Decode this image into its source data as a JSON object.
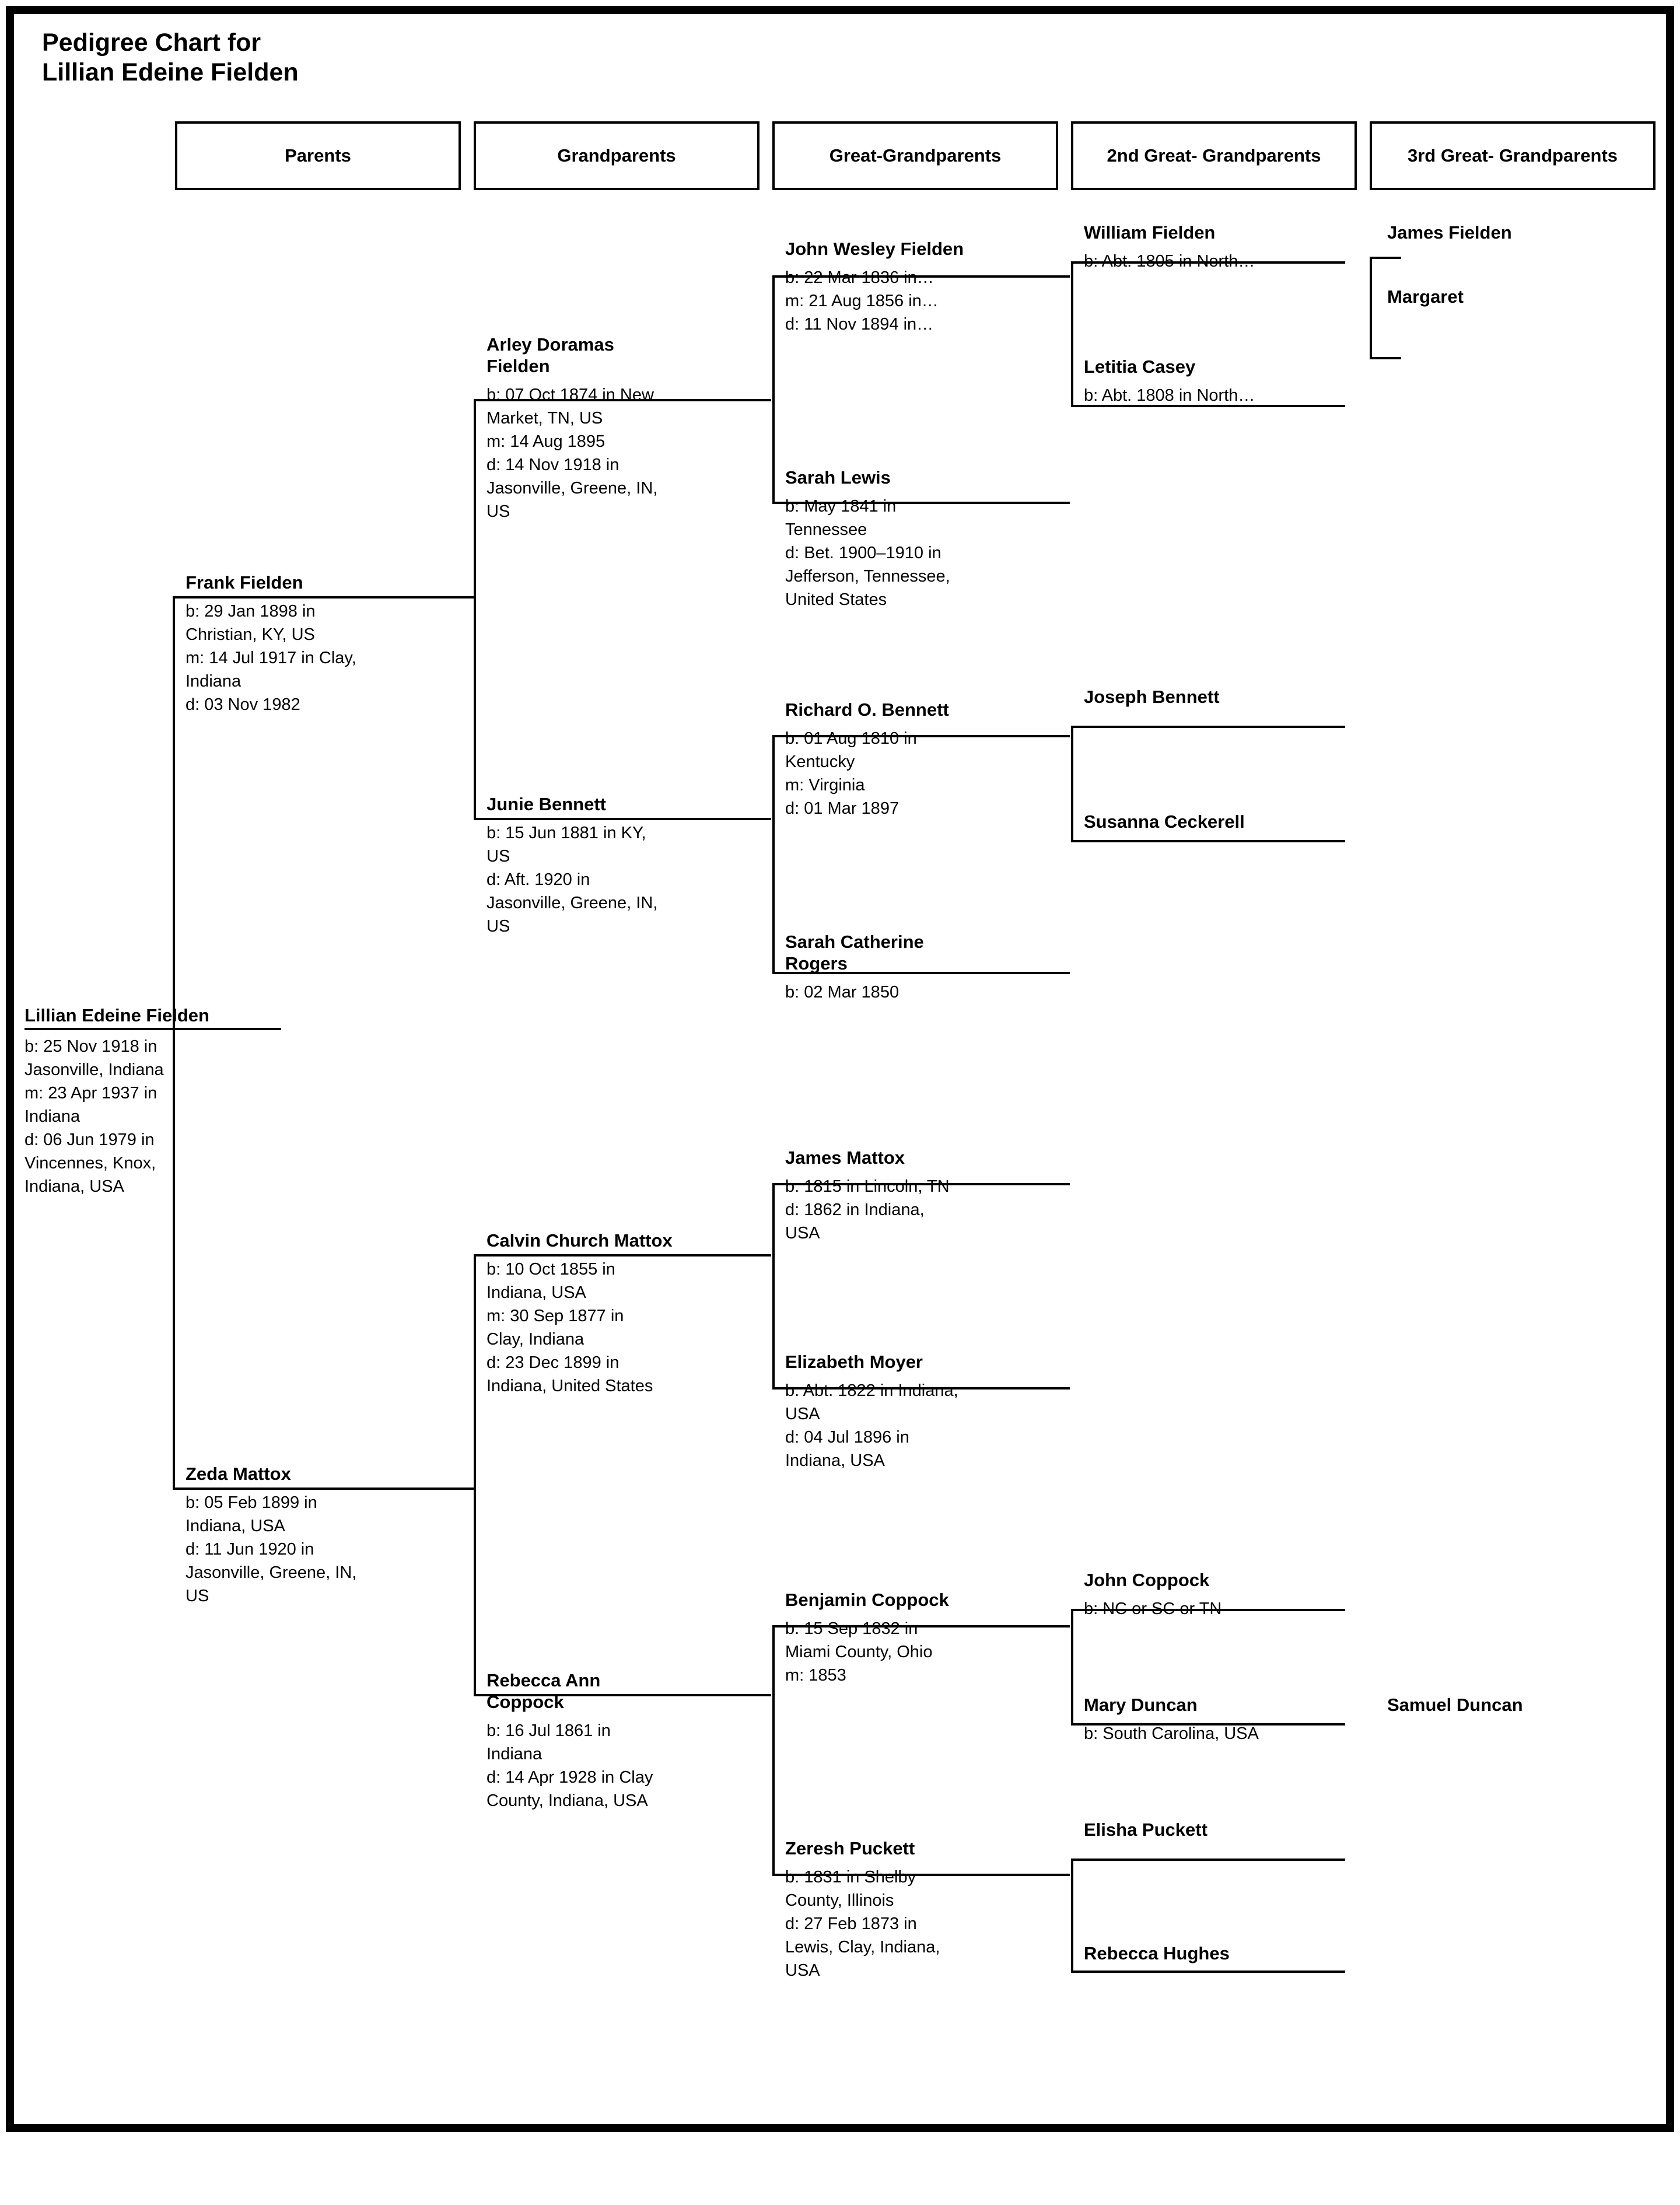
{
  "title": "Pedigree Chart for\nLillian Edeine Fielden",
  "columns": [
    {
      "label": "Parents"
    },
    {
      "label": "Grandparents"
    },
    {
      "label": "Great-Grandparents"
    },
    {
      "label": "2nd Great-\nGrandparents"
    },
    {
      "label": "3rd Great-\nGrandparents"
    }
  ],
  "people": {
    "subject": {
      "name": "Lillian Edeine Fielden",
      "details": "b: 25 Nov 1918 in\nJasonville, Indiana\nm: 23 Apr 1937 in\nIndiana\nd: 06 Jun 1979 in\nVincennes, Knox,\nIndiana, USA"
    },
    "father": {
      "name": "Frank Fielden",
      "details": "b: 29 Jan 1898 in\nChristian, KY, US\nm: 14 Jul 1917 in Clay,\nIndiana\nd: 03 Nov 1982"
    },
    "mother": {
      "name": "Zeda Mattox",
      "details": "b: 05 Feb 1899 in\nIndiana, USA\nd: 11 Jun 1920 in\nJasonville, Greene, IN,\nUS"
    },
    "gf_paternal": {
      "name": "Arley Doramas\nFielden",
      "details": "b: 07 Oct 1874 in New\nMarket, TN, US\nm: 14 Aug 1895\nd: 14 Nov 1918 in\nJasonville, Greene, IN,\nUS"
    },
    "gm_paternal": {
      "name": "Junie Bennett",
      "details": "b: 15 Jun 1881 in KY,\nUS\nd: Aft. 1920 in\nJasonville, Greene, IN,\nUS"
    },
    "gf_maternal": {
      "name": "Calvin Church Mattox",
      "details": "b: 10 Oct 1855 in\nIndiana, USA\nm: 30 Sep 1877 in\nClay, Indiana\nd: 23 Dec 1899 in\nIndiana, United States"
    },
    "gm_maternal": {
      "name": "Rebecca Ann\nCoppock",
      "details": "b: 16 Jul 1861 in\nIndiana\nd: 14 Apr 1928 in Clay\nCounty, Indiana, USA"
    },
    "ggf_1": {
      "name": "John Wesley Fielden",
      "details": "b: 22 Mar 1836 in…\nm: 21 Aug 1856 in…\nd: 11 Nov 1894 in…"
    },
    "ggm_1": {
      "name": "Sarah Lewis",
      "details": "b: May 1841 in\nTennessee\nd: Bet. 1900–1910 in\nJefferson, Tennessee,\nUnited States"
    },
    "ggf_2": {
      "name": "Richard O. Bennett",
      "details": "b: 01 Aug 1810 in\nKentucky\nm: Virginia\nd: 01 Mar 1897"
    },
    "ggm_2": {
      "name": "Sarah Catherine\nRogers",
      "details": "b: 02 Mar 1850"
    },
    "ggf_3": {
      "name": "James Mattox",
      "details": "b: 1815 in Lincoln, TN\nd: 1862 in Indiana,\nUSA"
    },
    "ggm_3": {
      "name": "Elizabeth Moyer",
      "details": "b: Abt. 1822 in Indiana,\nUSA\nd: 04 Jul 1896 in\nIndiana, USA"
    },
    "ggf_4": {
      "name": "Benjamin Coppock",
      "details": "b: 15 Sep 1832 in\nMiami County, Ohio\nm: 1853"
    },
    "ggm_4": {
      "name": "Zeresh Puckett",
      "details": "b: 1831 in Shelby\nCounty, Illinois\nd: 27 Feb 1873 in\nLewis, Clay, Indiana,\nUSA"
    },
    "gggf_1": {
      "name": "William Fielden",
      "details": "b: Abt. 1805 in North…"
    },
    "gggm_1": {
      "name": "Letitia Casey",
      "details": "b: Abt. 1808 in North…"
    },
    "gggf_2": {
      "name": "Joseph Bennett",
      "details": ""
    },
    "gggm_2": {
      "name": "Susanna Ceckerell",
      "details": ""
    },
    "gggf_3": {
      "name": "John Coppock",
      "details": "b: NC or SC or TN"
    },
    "gggm_3": {
      "name": "Mary Duncan",
      "details": "b: South Carolina, USA"
    },
    "gggf_4": {
      "name": "Elisha Puckett",
      "details": ""
    },
    "gggm_4": {
      "name": "Rebecca Hughes",
      "details": ""
    },
    "ggggf_1": {
      "name": "James Fielden",
      "details": ""
    },
    "ggggm_1": {
      "name": "Margaret",
      "details": ""
    },
    "ggggf_2": {
      "name": "Samuel Duncan",
      "details": ""
    }
  }
}
